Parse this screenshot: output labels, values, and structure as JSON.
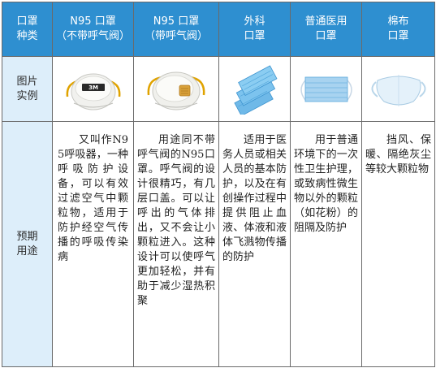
{
  "header": {
    "row_label": [
      "口罩",
      "种类"
    ],
    "columns": [
      {
        "line1": "N95 口罩",
        "line2": "（不带呼气阀）"
      },
      {
        "line1": "N95 口罩",
        "line2": "（带呼气阀）"
      },
      {
        "line1": "外科",
        "line2": "口罩"
      },
      {
        "line1": "普通医用",
        "line2": "口罩"
      },
      {
        "line1": "棉布",
        "line2": "口罩"
      }
    ]
  },
  "image_row": {
    "label": [
      "图片",
      "实例"
    ],
    "images": [
      "n95-mask-no-valve-photo",
      "n95-mask-with-valve-photo",
      "surgical-masks-stack-photo",
      "medical-mask-photo",
      "cotton-mask-photo"
    ],
    "brand_text": "3M"
  },
  "use_row": {
    "label": [
      "预期",
      "用途"
    ],
    "texts": [
      "又叫作N95呼吸器，一种呼吸防护设备，可以有效过滤空气中颗粒物，适用于防护经空气传播的呼吸传染病",
      "用途同不带呼气阀的N95口罩。呼气阀的设计很精巧，有几层口盖。可以让呼出的气体排出，又不会让小颗粒进入。这种设计可以使呼气更加轻松，并有助于减少湿热积聚",
      "适用于医务人员或相关人员的基本防护，以及在有创操作过程中提供阻止血液、体液和液体飞溅物传播的防护",
      "用于普通环境下的一次性卫生护理，或致病性微生物以外的颗粒（如花粉）的阻隔及防护",
      "挡风、保暖、隔绝灰尘等较大颗粒物"
    ]
  },
  "colors": {
    "header_bg": "#2e8fd0",
    "label_bg": "#ddeefa",
    "border": "#6a6a6a"
  }
}
